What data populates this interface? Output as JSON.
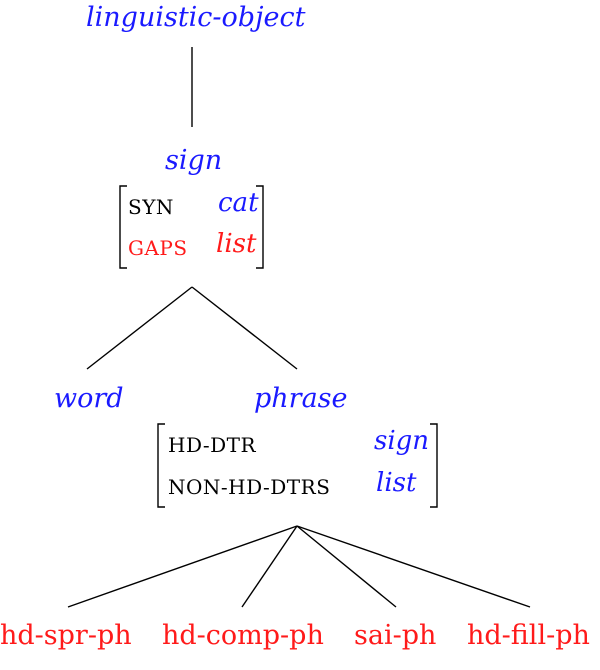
{
  "root": {
    "label": "linguistic-object"
  },
  "sign": {
    "label": "sign",
    "features": [
      {
        "name": "SYN",
        "value": "cat",
        "color": "#000000",
        "value_color": "#1a1aff"
      },
      {
        "name": "GAPS",
        "value": "list",
        "color": "#ff1a1a",
        "value_color": "#ff1a1a"
      }
    ]
  },
  "word": {
    "label": "word"
  },
  "phrase": {
    "label": "phrase",
    "features": [
      {
        "name": "HD-DTR",
        "value": "sign"
      },
      {
        "name": "NON-HD-DTRS",
        "value": "list"
      }
    ]
  },
  "leaves": [
    {
      "label": "hd-spr-ph"
    },
    {
      "label": "hd-comp-ph"
    },
    {
      "label": "sai-ph"
    },
    {
      "label": "hd-fill-ph"
    }
  ],
  "colors": {
    "type": "#1a1aff",
    "highlight": "#ff1a1a",
    "line": "#000000"
  }
}
